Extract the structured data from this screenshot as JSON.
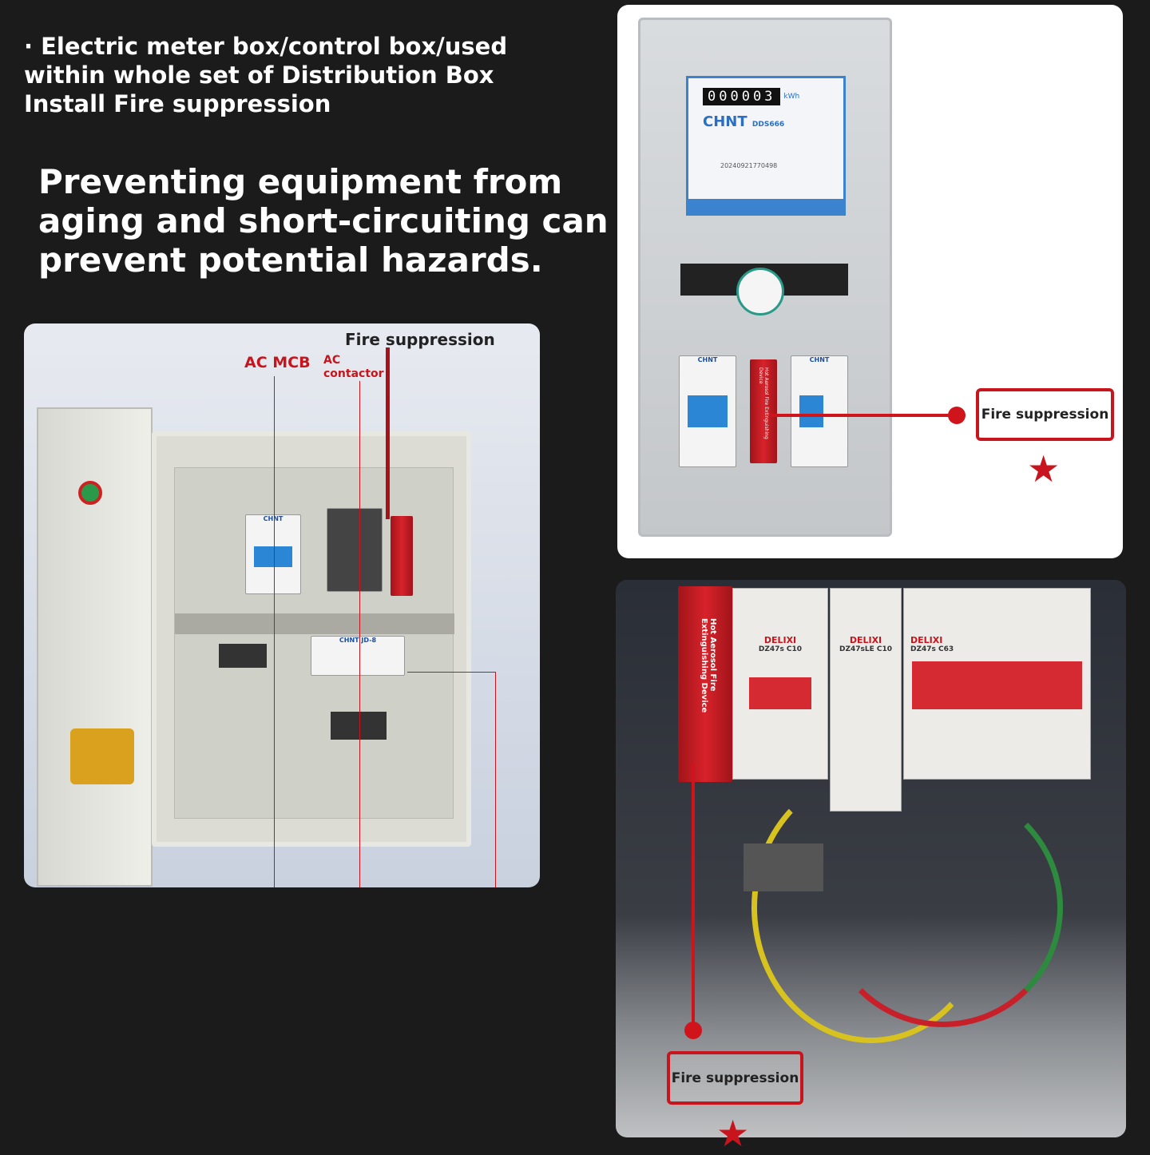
{
  "intro_text": "· Electric meter box/control box/used within whole set of Distribution Box Install Fire suppression",
  "headline": "Preventing equipment from aging and short-circuiting can prevent potential hazards.",
  "left_panel": {
    "fire_label": "Fire suppression",
    "mcb_label": "AC MCB",
    "contactor_label": "AC contactor",
    "brand_mcb": "CHNT",
    "brand_relay": "CHNT",
    "relay_model": "JD-8"
  },
  "top_right_panel": {
    "meter_reading": "000003",
    "meter_unit": "kWh",
    "meter_brand": "CHNT",
    "meter_model": "DDS666",
    "meter_serial": "20240921770498",
    "breaker_brand": "CHNT",
    "device_text": "Hot Aerosol Fire Extinguishing Device",
    "callout": "Fire suppression",
    "star": "★"
  },
  "bottom_right_panel": {
    "device_text": "Hot Aerosol Fire Extinguishing Device",
    "breakers": [
      {
        "brand": "DELIXI",
        "model": "DZ47s C10"
      },
      {
        "brand": "DELIXI",
        "model": "DZ47sLE C10"
      },
      {
        "brand": "DELIXI",
        "model": "DZ47s C63"
      }
    ],
    "callout": "Fire suppression",
    "star": "★"
  },
  "colors": {
    "accent_red": "#c8141c",
    "background": "#1b1b1b"
  }
}
